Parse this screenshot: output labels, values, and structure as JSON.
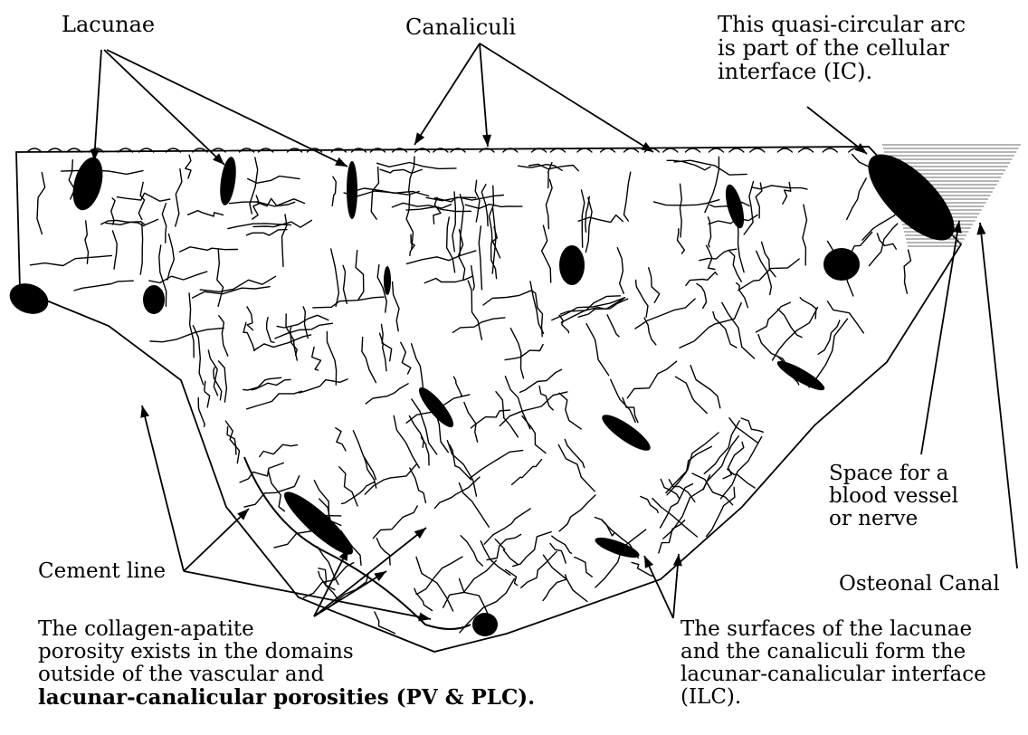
{
  "labels": {
    "lacunae": "Lacunae",
    "canaliculi": "Canaliculi",
    "cellular_interface": [
      "This quasi-circular arc",
      "is part of the cellular",
      "interface (IC)."
    ],
    "space_blood_vessel": [
      "Space for a",
      "blood vessel",
      "or nerve"
    ],
    "osteonal_canal": "Osteonal Canal",
    "cement_line": "Cement line",
    "collagen_apatite": [
      "The collagen-apatite",
      "porosity exists in the domains",
      "outside of the vascular and",
      "lacunar-canalicular porosities (PV & PLC)."
    ],
    "ilc": [
      "The surfaces of the lacunae",
      "and the canaliculi form the",
      "lacunar-canalicular interface",
      "(ILC)."
    ]
  },
  "colors": {
    "ink": "#000000",
    "background": "#ffffff",
    "canal_hatch": "#6e6e6e"
  }
}
